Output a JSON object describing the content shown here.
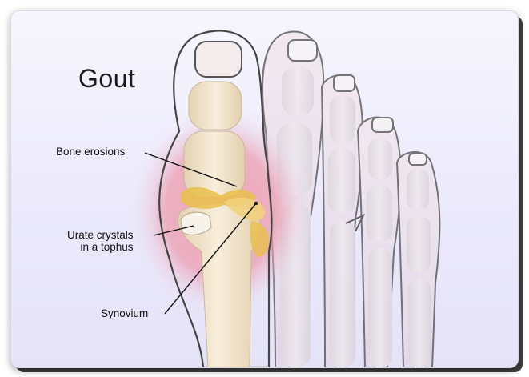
{
  "diagram": {
    "title": "Gout",
    "labels": {
      "bone_erosions": "Bone erosions",
      "urate_line1": "Urate crystals",
      "urate_line2": "in a tophus",
      "synovium": "Synovium"
    }
  },
  "colors": {
    "background": "#ebe9fb",
    "inflammation": "#e98fa3",
    "bone": "#f3e6cc",
    "crystals": "#e9bf4a",
    "outline": "#3a3a3a"
  }
}
